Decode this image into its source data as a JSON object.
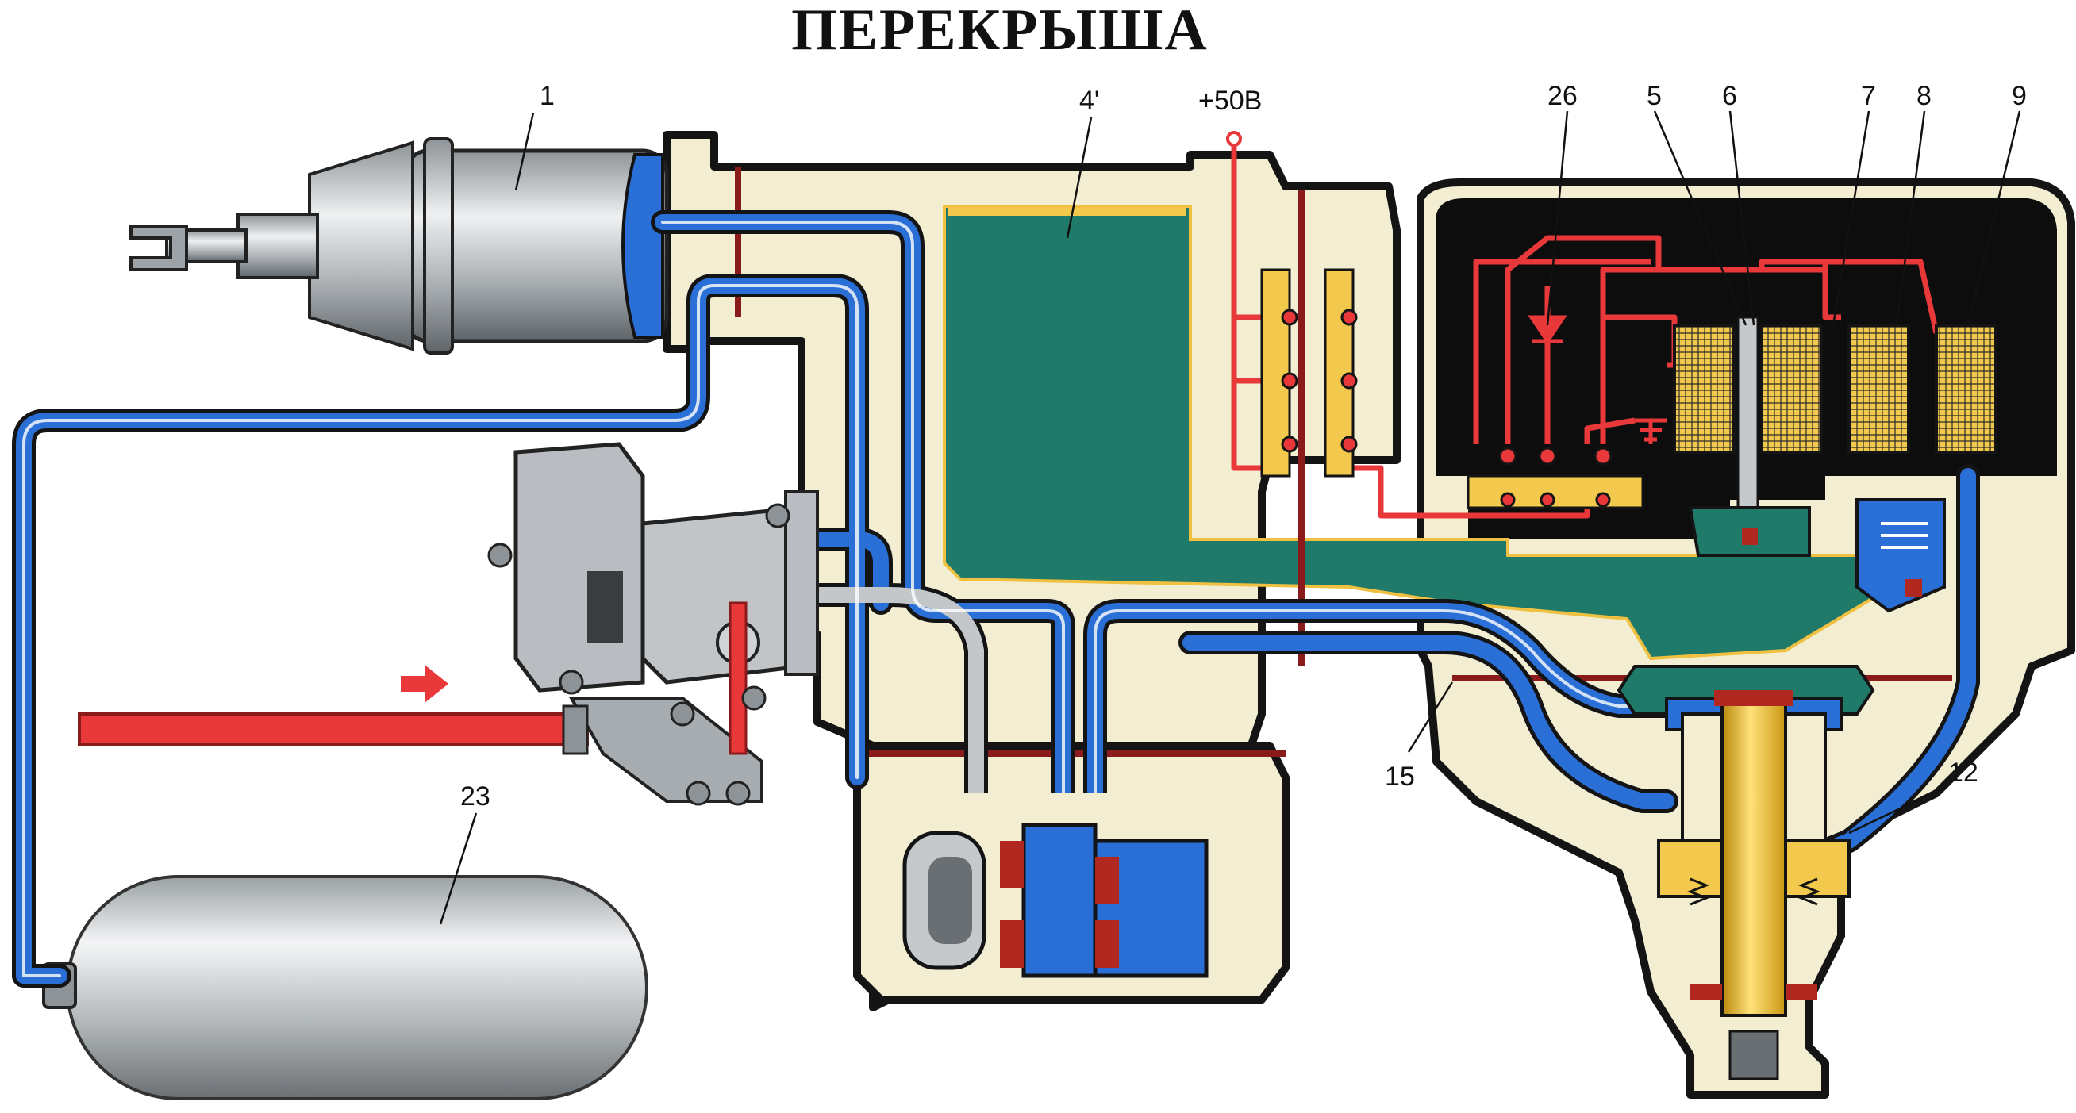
{
  "title": "ПЕРЕКРЫША",
  "labels": {
    "l1": "1",
    "l4": "4'",
    "lv": "+50В",
    "l26": "26",
    "l5": "5",
    "l6": "6",
    "l7": "7",
    "l8": "8",
    "l9": "9",
    "l15": "15",
    "l12": "12",
    "l23": "23"
  },
  "colors": {
    "housing_fill": "#f3edd2",
    "outline": "#141414",
    "air_line": "#2a6fd6",
    "chamber": "#1f7a6a",
    "electric": "#e8383a",
    "coil": "#f2c94c",
    "metal": "#b9bcc0",
    "arrow": "#e8383a"
  },
  "icons": {
    "flow_arrow": "red-arrow-right-icon",
    "ground": "ground-symbol-icon",
    "diode": "diode-symbol-icon"
  }
}
